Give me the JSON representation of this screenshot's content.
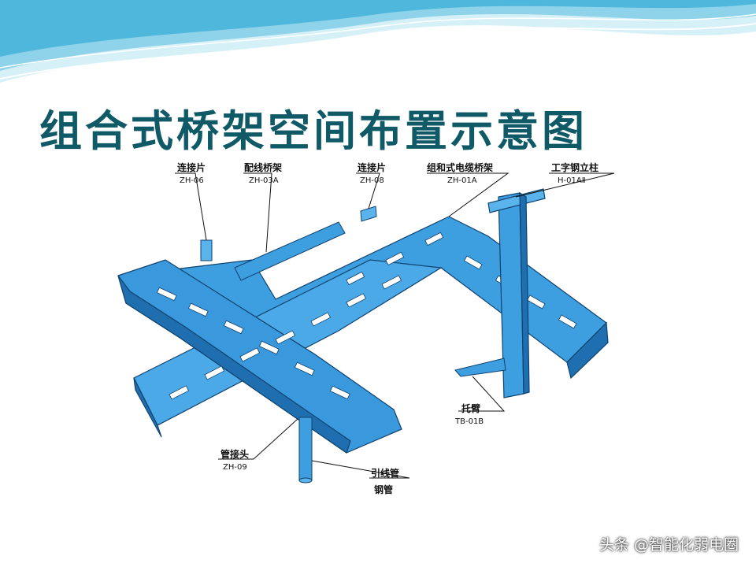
{
  "slide": {
    "title": "组合式桥架空间布置示意图"
  },
  "labels": {
    "lianjiepian_1": {
      "name": "连接片",
      "code": "ZH-06"
    },
    "peixian_qiaojia": {
      "name": "配线桥架",
      "code": "ZH-03A"
    },
    "lianjiepian_2": {
      "name": "连接片",
      "code": "ZH-08"
    },
    "zuhe_qiaojia": {
      "name": "组和式电缆桥架",
      "code": "ZH-01A"
    },
    "gongzi_gang": {
      "name": "工字钢立柱",
      "code": "H-01AⅡ"
    },
    "tuobi": {
      "name": "托臂",
      "code": "TB-01B"
    },
    "guanjietou": {
      "name": "管接头",
      "code": "ZH-09"
    },
    "yinxianguan": {
      "name": "引线管",
      "code": "钢管"
    }
  },
  "watermark": "头条 @智能化弱电圈",
  "colors": {
    "tray_fill": "#3d9ee0",
    "tray_dark": "#1f6fb0",
    "title": "#0f5a66",
    "wave_light": "#bfe6f4",
    "wave_mid": "#62c3e3"
  }
}
